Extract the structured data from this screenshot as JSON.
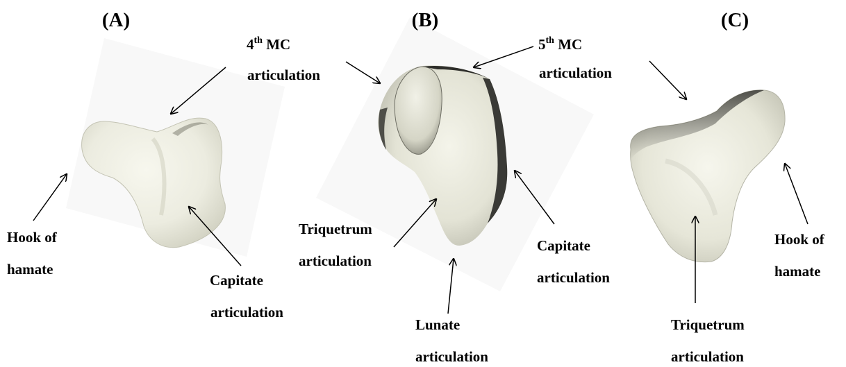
{
  "panels": [
    {
      "id": "A",
      "label": "(A)"
    },
    {
      "id": "B",
      "label": "(B)"
    },
    {
      "id": "C",
      "label": "(C)"
    }
  ],
  "annotations": {
    "mc4_line1": "4",
    "mc4_sup": "th",
    "mc4_line1_rest": " MC",
    "mc4_line2": "articulation",
    "mc5_line1": "5",
    "mc5_sup": "th",
    "mc5_line1_rest": " MC",
    "mc5_line2": "articulation",
    "hook_a_line1": "Hook of",
    "hook_a_line2": "hamate",
    "capitate_a_line1": "Capitate",
    "capitate_a_line2": "articulation",
    "triquetrum_b_line1": "Triquetrum",
    "triquetrum_b_line2": "articulation",
    "lunate_b_line1": "Lunate",
    "lunate_b_line2": "articulation",
    "capitate_b_line1": "Capitate",
    "capitate_b_line2": "articulation",
    "hook_c_line1": "Hook of",
    "hook_c_line2": "hamate",
    "triquetrum_c_line1": "Triquetrum",
    "triquetrum_c_line2": "articulation"
  },
  "colors": {
    "bone_light": "#f1f1e6",
    "bone_mid": "#d9d9c9",
    "bone_shadow": "#8c8c80",
    "dark_edge": "#3a3a36",
    "background_patch": "#f8f8f8",
    "text": "#000000"
  }
}
